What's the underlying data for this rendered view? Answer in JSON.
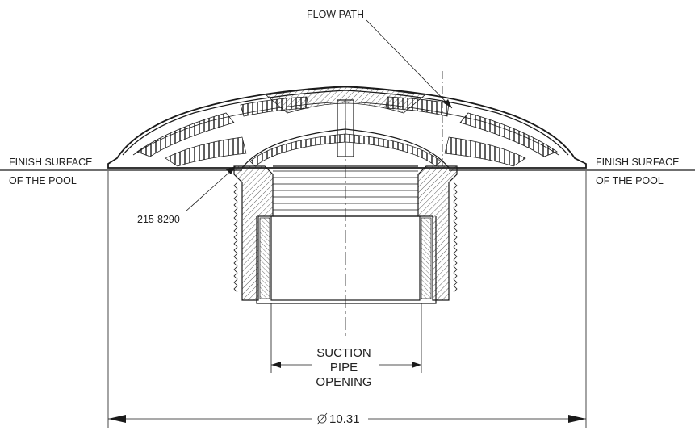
{
  "labels": {
    "flow_path": "FLOW PATH",
    "finish_left_1": "FINISH SURFACE",
    "finish_left_2": "OF THE POOL",
    "finish_right_1": "FINISH SURFACE",
    "finish_right_2": "OF THE POOL",
    "part_number": "215-8290",
    "suction_1": "SUCTION",
    "suction_2": "PIPE",
    "suction_3": "OPENING",
    "diameter": "10.31"
  },
  "colors": {
    "line": "#1a1a1a",
    "text": "#222222"
  }
}
